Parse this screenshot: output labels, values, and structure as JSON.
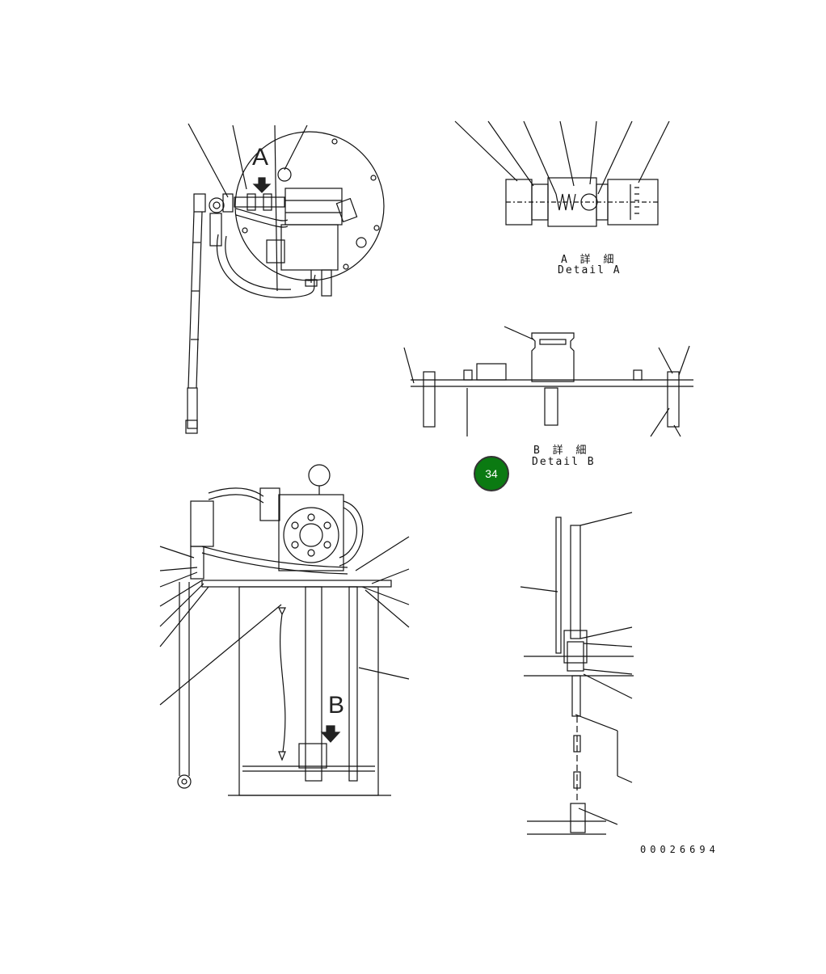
{
  "detail_a": {
    "caption_jp": "A 詳 細",
    "caption_en": "Detail A"
  },
  "detail_b": {
    "caption_jp": "B 詳 細",
    "caption_en": "Detail B"
  },
  "callouts": {
    "a": "A",
    "b": "B"
  },
  "badge": {
    "number": "34",
    "color": "#0b7a12"
  },
  "drawing_number": "00026694"
}
